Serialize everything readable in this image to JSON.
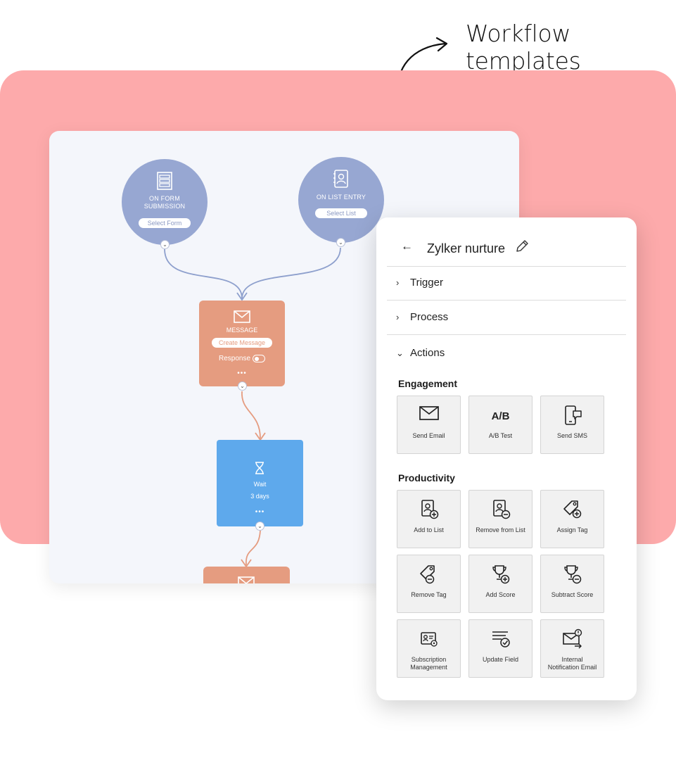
{
  "headline": "Workflow templates",
  "workflow": {
    "triggers": [
      {
        "label_line1": "ON FORM",
        "label_line2": "SUBMISSION",
        "button": "Select Form",
        "icon": "form-icon"
      },
      {
        "label_line1": "ON LIST ENTRY",
        "label_line2": "",
        "button": "Select List",
        "icon": "contact-list-icon"
      }
    ],
    "message_node": {
      "title": "MESSAGE",
      "button": "Create Message",
      "response_label": "Response",
      "more": "•••"
    },
    "wait_node": {
      "title": "Wait",
      "duration": "3 days",
      "more": "•••"
    },
    "chevron": "⌄",
    "colors": {
      "trigger": "#97a7d2",
      "message": "#e59c80",
      "wait": "#5ea9ec",
      "accent_bg": "#fdaaab"
    }
  },
  "panel": {
    "back": "←",
    "title": "Zylker nurture",
    "sections": [
      {
        "label": "Trigger",
        "caret": "›"
      },
      {
        "label": "Process",
        "caret": "›"
      },
      {
        "label": "Actions",
        "caret": "⌄"
      }
    ],
    "groups": [
      {
        "title": "Engagement",
        "tiles": [
          {
            "label": "Send Email",
            "icon": "mail-icon"
          },
          {
            "label": "A/B Test",
            "icon": "ab-test-icon",
            "glyph": "A/B"
          },
          {
            "label": "Send SMS",
            "icon": "sms-phone-icon"
          }
        ]
      },
      {
        "title": "Productivity",
        "tiles": [
          {
            "label": "Add to List",
            "icon": "add-to-list-icon"
          },
          {
            "label": "Remove from List",
            "icon": "remove-from-list-icon"
          },
          {
            "label": "Assign Tag",
            "icon": "assign-tag-icon"
          },
          {
            "label": "Remove Tag",
            "icon": "remove-tag-icon"
          },
          {
            "label": "Add Score",
            "icon": "add-score-icon"
          },
          {
            "label": "Subtract Score",
            "icon": "subtract-score-icon"
          },
          {
            "label": "Subscription Management",
            "label_line1": "Subscription",
            "label_line2": "Management",
            "icon": "subscription-icon"
          },
          {
            "label": "Update Field",
            "icon": "update-field-icon"
          },
          {
            "label": "Internal Notification Email",
            "label_line1": "Internal",
            "label_line2": "Notification Email",
            "icon": "notification-email-icon"
          }
        ]
      }
    ]
  }
}
